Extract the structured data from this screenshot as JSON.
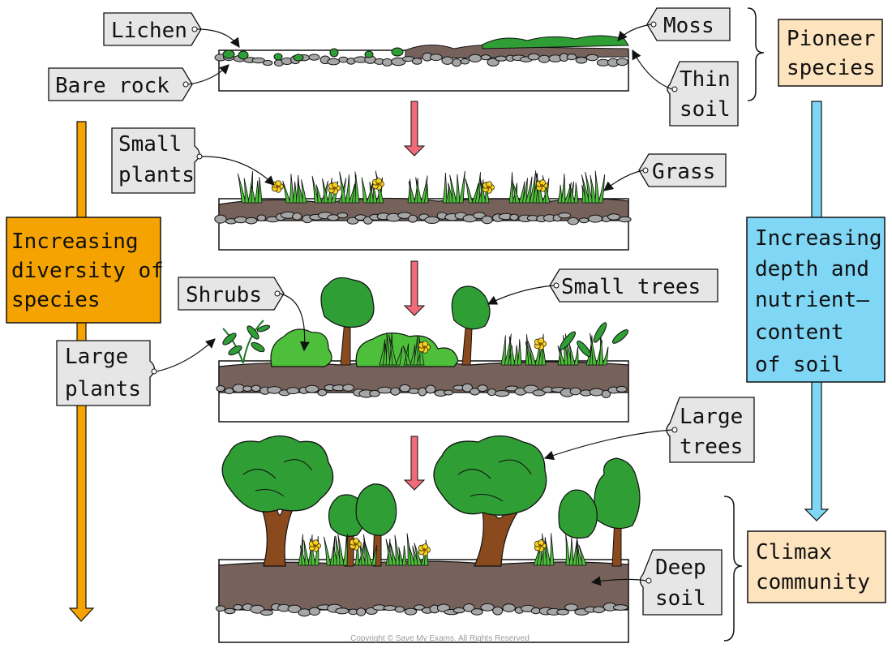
{
  "labels": {
    "lichen": "Lichen",
    "bare_rock": "Bare rock",
    "moss": "Moss",
    "thin_soil": [
      "Thin",
      "soil"
    ],
    "small_plants": [
      "Small",
      "plants"
    ],
    "grass": "Grass",
    "shrubs": "Shrubs",
    "small_trees": "Small trees",
    "large_plants": [
      "Large",
      "plants"
    ],
    "large_trees": [
      "Large",
      "trees"
    ],
    "deep_soil": [
      "Deep",
      "soil"
    ]
  },
  "groups": {
    "pioneer": [
      "Pioneer",
      "species"
    ],
    "climax": [
      "Climax",
      "community"
    ]
  },
  "arrows": {
    "diversity": [
      "Increasing",
      "diversity of",
      "species"
    ],
    "soil": [
      "Increasing",
      "depth and",
      "nutrient–",
      "content",
      "of soil"
    ]
  },
  "copyright": "Copyright © Save My Exams. All Rights Reserved",
  "colors": {
    "orange_arrow": "#f5a300",
    "blue_arrow": "#7fd6f5",
    "peach_box": "#fde4bf",
    "label_tag": "#e6e6e6",
    "soil": "#76625a",
    "rock": "#a6a6a6",
    "stage_arrow": "#f06b7a",
    "plant_green": "#4dbf3a",
    "tree_green": "#2f9e35",
    "trunk": "#8b4a1e",
    "flower": "#f7d11e"
  }
}
